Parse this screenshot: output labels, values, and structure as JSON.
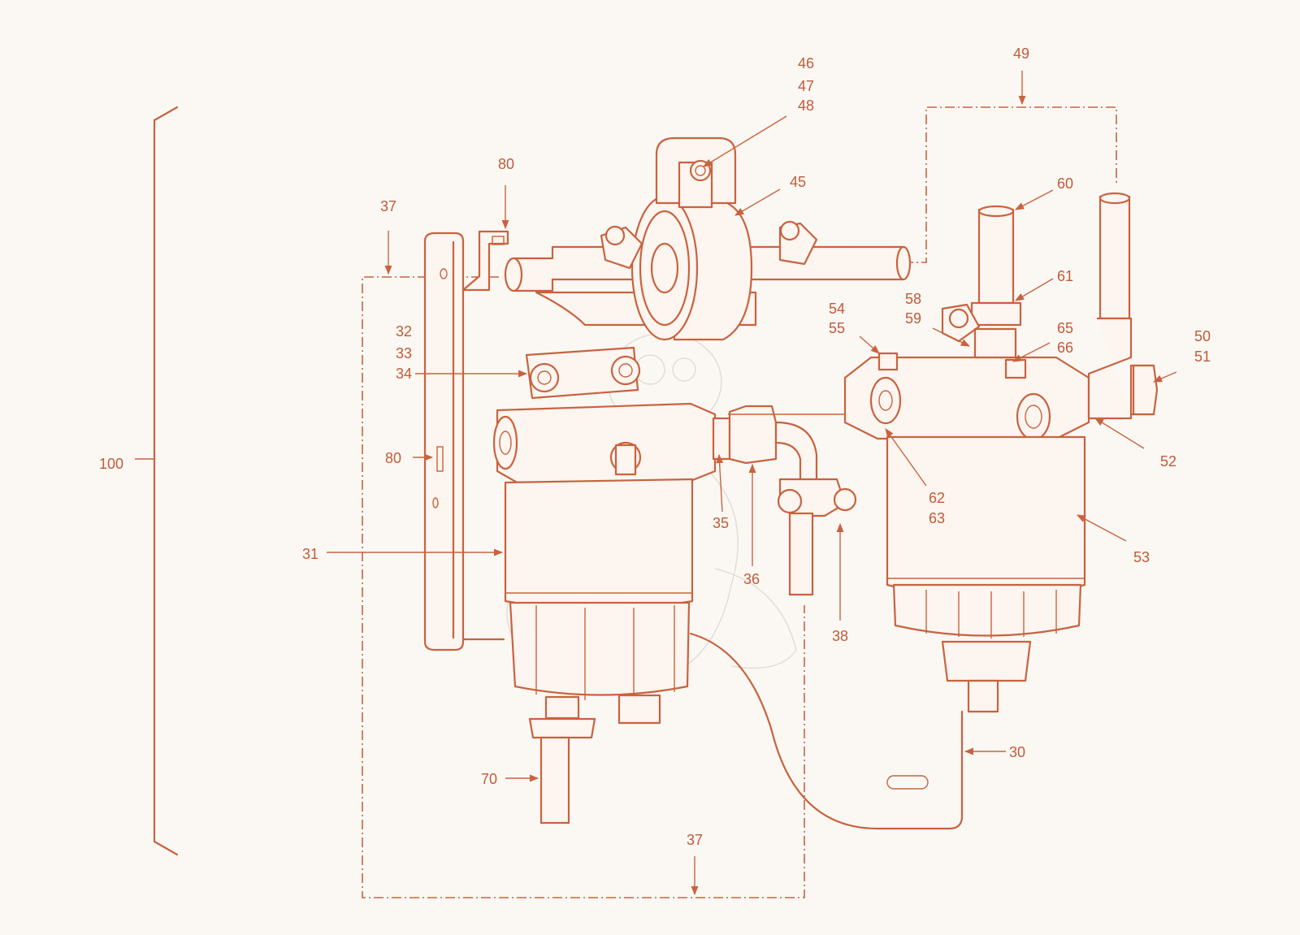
{
  "figure": {
    "palette": {
      "line": "#c9623f",
      "text": "#c25a37",
      "background": "#fbf8f4"
    },
    "reference_numerals": [
      {
        "id": "n100",
        "text": "100"
      },
      {
        "id": "n37a",
        "text": "37"
      },
      {
        "id": "n37b",
        "text": "37"
      },
      {
        "id": "n80a",
        "text": "80"
      },
      {
        "id": "n80b",
        "text": "80"
      },
      {
        "id": "n32",
        "text": "32"
      },
      {
        "id": "n33",
        "text": "33"
      },
      {
        "id": "n34",
        "text": "34"
      },
      {
        "id": "n31",
        "text": "31"
      },
      {
        "id": "n70",
        "text": "70"
      },
      {
        "id": "n46",
        "text": "46"
      },
      {
        "id": "n47",
        "text": "47"
      },
      {
        "id": "n48",
        "text": "48"
      },
      {
        "id": "n45",
        "text": "45"
      },
      {
        "id": "n49",
        "text": "49"
      },
      {
        "id": "n60",
        "text": "60"
      },
      {
        "id": "n61",
        "text": "61"
      },
      {
        "id": "n58",
        "text": "58"
      },
      {
        "id": "n59",
        "text": "59"
      },
      {
        "id": "n54",
        "text": "54"
      },
      {
        "id": "n55",
        "text": "55"
      },
      {
        "id": "n65",
        "text": "65"
      },
      {
        "id": "n66",
        "text": "66"
      },
      {
        "id": "n50",
        "text": "50"
      },
      {
        "id": "n51",
        "text": "51"
      },
      {
        "id": "n52",
        "text": "52"
      },
      {
        "id": "n62",
        "text": "62"
      },
      {
        "id": "n63",
        "text": "63"
      },
      {
        "id": "n53",
        "text": "53"
      },
      {
        "id": "n35",
        "text": "35"
      },
      {
        "id": "n36",
        "text": "36"
      },
      {
        "id": "n38",
        "text": "38"
      },
      {
        "id": "n30",
        "text": "30"
      }
    ]
  }
}
